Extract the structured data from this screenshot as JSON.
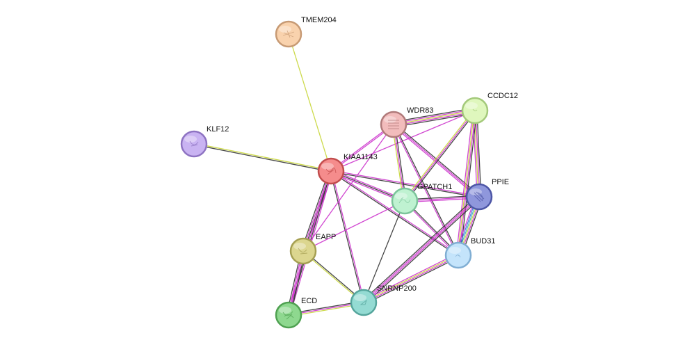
{
  "nodes": [
    {
      "id": "TMEM204",
      "label": "TMEM204",
      "color": "#f9d2ad",
      "stroke": "#c79a74"
    },
    {
      "id": "KLF12",
      "label": "KLF12",
      "color": "#c9b3f2",
      "stroke": "#8e73c2"
    },
    {
      "id": "KIAA1143",
      "label": "KIAA1143",
      "color": "#f58c8c",
      "stroke": "#c24d4d"
    },
    {
      "id": "WDR83",
      "label": "WDR83",
      "color": "#f2bcbc",
      "stroke": "#b07a7a"
    },
    {
      "id": "CCDC12",
      "label": "CCDC12",
      "color": "#dff7bd",
      "stroke": "#a3c97a"
    },
    {
      "id": "GPATCH1",
      "label": "GPATCH1",
      "color": "#bff2d1",
      "stroke": "#7cc49a"
    },
    {
      "id": "PPIE",
      "label": "PPIE",
      "color": "#8f97dc",
      "stroke": "#4d56a6"
    },
    {
      "id": "BUD31",
      "label": "BUD31",
      "color": "#c4e4fb",
      "stroke": "#80aed3"
    },
    {
      "id": "EAPP",
      "label": "EAPP",
      "color": "#dcd68f",
      "stroke": "#a59f52"
    },
    {
      "id": "SNRNP200",
      "label": "SNRNP200",
      "color": "#94dbd3",
      "stroke": "#55a59c"
    },
    {
      "id": "ECD",
      "label": "ECD",
      "color": "#8ed88f",
      "stroke": "#4fa151"
    }
  ],
  "edge_colors": {
    "black": "#333333",
    "magenta": "#cc33cc",
    "yellow": "#c8d63a",
    "teal": "#3fb5b5",
    "blue": "#3c6ee0",
    "purple": "#6a3fb5"
  },
  "edges": [
    {
      "source": "TMEM204",
      "target": "KIAA1143",
      "types": [
        "yellow"
      ]
    },
    {
      "source": "KLF12",
      "target": "KIAA1143",
      "types": [
        "yellow",
        "black"
      ]
    },
    {
      "source": "KIAA1143",
      "target": "WDR83",
      "types": [
        "magenta",
        "magenta"
      ]
    },
    {
      "source": "KIAA1143",
      "target": "CCDC12",
      "types": [
        "magenta"
      ]
    },
    {
      "source": "KIAA1143",
      "target": "GPATCH1",
      "types": [
        "magenta",
        "black",
        "magenta"
      ]
    },
    {
      "source": "KIAA1143",
      "target": "PPIE",
      "types": [
        "magenta",
        "black"
      ]
    },
    {
      "source": "KIAA1143",
      "target": "BUD31",
      "types": [
        "magenta",
        "black"
      ]
    },
    {
      "source": "KIAA1143",
      "target": "EAPP",
      "types": [
        "magenta",
        "black",
        "magenta",
        "black"
      ]
    },
    {
      "source": "KIAA1143",
      "target": "SNRNP200",
      "types": [
        "magenta",
        "black"
      ]
    },
    {
      "source": "KIAA1143",
      "target": "ECD",
      "types": [
        "magenta",
        "black",
        "magenta"
      ]
    },
    {
      "source": "WDR83",
      "target": "CCDC12",
      "types": [
        "black",
        "magenta",
        "yellow",
        "magenta",
        "black"
      ]
    },
    {
      "source": "WDR83",
      "target": "GPATCH1",
      "types": [
        "black",
        "magenta",
        "yellow"
      ]
    },
    {
      "source": "WDR83",
      "target": "PPIE",
      "types": [
        "black",
        "magenta",
        "magenta"
      ]
    },
    {
      "source": "WDR83",
      "target": "BUD31",
      "types": [
        "black",
        "magenta"
      ]
    },
    {
      "source": "WDR83",
      "target": "EAPP",
      "types": [
        "magenta"
      ]
    },
    {
      "source": "CCDC12",
      "target": "GPATCH1",
      "types": [
        "black",
        "magenta",
        "yellow"
      ]
    },
    {
      "source": "CCDC12",
      "target": "PPIE",
      "types": [
        "black",
        "magenta",
        "yellow",
        "magenta"
      ]
    },
    {
      "source": "CCDC12",
      "target": "BUD31",
      "types": [
        "black",
        "magenta",
        "yellow",
        "magenta"
      ]
    },
    {
      "source": "GPATCH1",
      "target": "PPIE",
      "types": [
        "black",
        "magenta",
        "magenta"
      ]
    },
    {
      "source": "GPATCH1",
      "target": "BUD31",
      "types": [
        "black",
        "magenta"
      ]
    },
    {
      "source": "GPATCH1",
      "target": "EAPP",
      "types": [
        "magenta"
      ]
    },
    {
      "source": "GPATCH1",
      "target": "SNRNP200",
      "types": [
        "black"
      ]
    },
    {
      "source": "PPIE",
      "target": "BUD31",
      "types": [
        "black",
        "magenta",
        "yellow",
        "teal",
        "blue",
        "magenta"
      ]
    },
    {
      "source": "PPIE",
      "target": "SNRNP200",
      "types": [
        "black",
        "magenta",
        "magenta",
        "black"
      ]
    },
    {
      "source": "BUD31",
      "target": "SNRNP200",
      "types": [
        "black",
        "magenta",
        "yellow",
        "magenta"
      ]
    },
    {
      "source": "EAPP",
      "target": "SNRNP200",
      "types": [
        "black",
        "yellow"
      ]
    },
    {
      "source": "EAPP",
      "target": "ECD",
      "types": [
        "black",
        "magenta",
        "magenta",
        "black"
      ]
    },
    {
      "source": "ECD",
      "target": "SNRNP200",
      "types": [
        "black",
        "magenta",
        "yellow"
      ]
    }
  ]
}
